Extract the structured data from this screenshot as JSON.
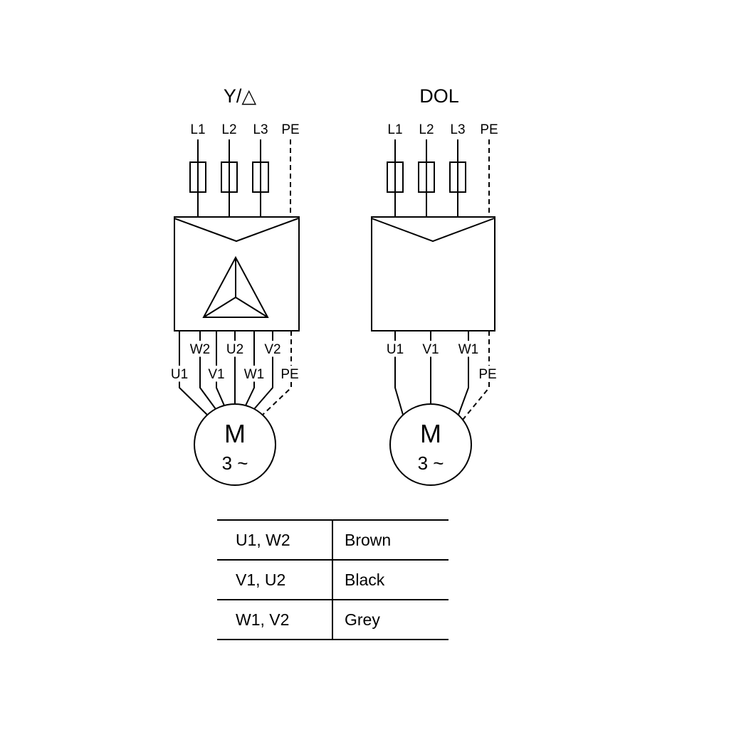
{
  "page": {
    "background_color": "#ffffff",
    "line_color": "#000000"
  },
  "left_diagram": {
    "title": "Y/△",
    "supply": {
      "l1": "L1",
      "l2": "L2",
      "l3": "L3",
      "pe": "PE"
    },
    "outputs": {
      "w2": "W2",
      "u2": "U2",
      "v2": "V2",
      "u1": "U1",
      "v1": "V1",
      "w1": "W1",
      "pe": "PE"
    },
    "motor": {
      "label": "M",
      "phase": "3 ~"
    }
  },
  "right_diagram": {
    "title": "DOL",
    "supply": {
      "l1": "L1",
      "l2": "L2",
      "l3": "L3",
      "pe": "PE"
    },
    "outputs": {
      "u1": "U1",
      "v1": "V1",
      "w1": "W1",
      "pe": "PE"
    },
    "motor": {
      "label": "M",
      "phase": "3 ~"
    }
  },
  "color_table": {
    "rows": [
      {
        "terminals": "U1, W2",
        "color": "Brown"
      },
      {
        "terminals": "V1, U2",
        "color": "Black"
      },
      {
        "terminals": "W1, V2",
        "color": "Grey"
      }
    ]
  }
}
